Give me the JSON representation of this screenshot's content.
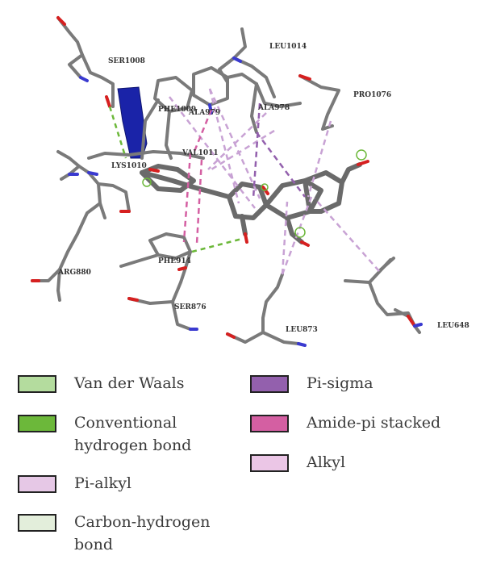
{
  "residues": {
    "ser1008": "SER1008",
    "leu1014": "LEU1014",
    "pro1076": "PRO1076",
    "phe1009": "PHE1009",
    "ala979": "ALA979",
    "ala978": "ALA978",
    "val1011": "VAL1011",
    "lys1010": "LYS1010",
    "arg880": "ARG880",
    "phe914": "PHE914",
    "ser876": "SER876",
    "leu873": "LEU873",
    "leu648": "LEU648"
  },
  "legend": {
    "items": [
      {
        "label": "Van der Waals",
        "color": "#b4dc9e"
      },
      {
        "label": "Conventional\nhydrogen bond",
        "color": "#6cb83a"
      },
      {
        "label": "Pi-alkyl",
        "color": "#e6c8e6"
      },
      {
        "label": "Carbon-hydrogen\nbond",
        "color": "#e3eedb"
      },
      {
        "label": "Pi-sigma",
        "color": "#9360ad"
      },
      {
        "label": "Amide-pi stacked",
        "color": "#d45fa2"
      },
      {
        "label": "Alkyl",
        "color": "#ebc6e6"
      }
    ]
  },
  "colors": {
    "bond": "#7a7a7a",
    "oxygen": "#d62020",
    "nitrogen": "#3a3ad0",
    "ribbon": "#1a23a8"
  }
}
